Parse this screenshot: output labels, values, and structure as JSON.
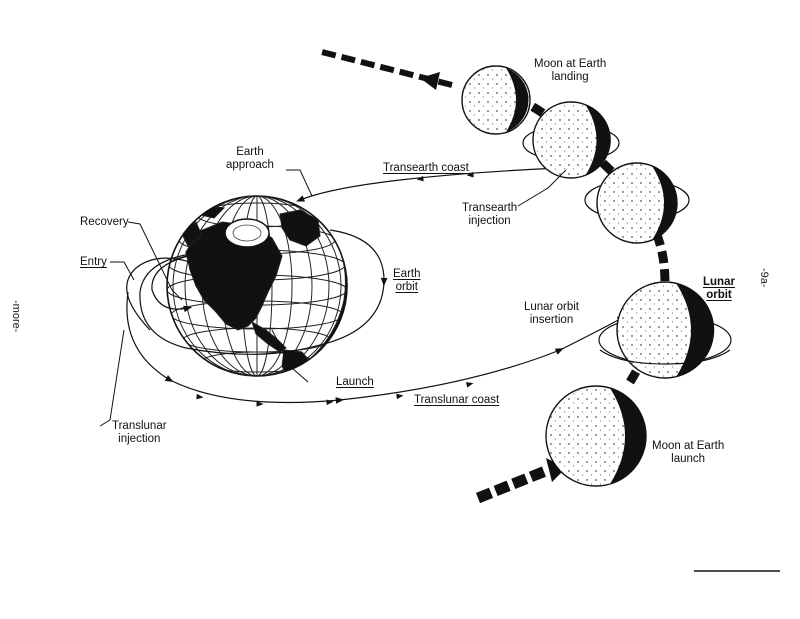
{
  "labels": {
    "moon_landing_l1": "Moon at Earth",
    "moon_landing_l2": "landing",
    "earth_approach_l1": "Earth",
    "earth_approach_l2": "approach",
    "transearth_coast": "Transearth coast",
    "recovery": "Recovery",
    "transearth_injection_l1": "Transearth",
    "transearth_injection_l2": "injection",
    "entry": "Entry",
    "earth_orbit_l1": "Earth",
    "earth_orbit_l2": "orbit",
    "lunar_orbit_l1": "Lunar",
    "lunar_orbit_l2": "orbit",
    "lunar_orbit_insertion_l1": "Lunar orbit",
    "lunar_orbit_insertion_l2": "insertion",
    "launch": "Launch",
    "translunar_coast": "Translunar coast",
    "translunar_injection_l1": "Translunar",
    "translunar_injection_l2": "injection",
    "moon_launch_l1": "Moon at Earth",
    "moon_launch_l2": "launch"
  },
  "margin_text": {
    "left": "-more-",
    "right": "-9a-"
  }
}
